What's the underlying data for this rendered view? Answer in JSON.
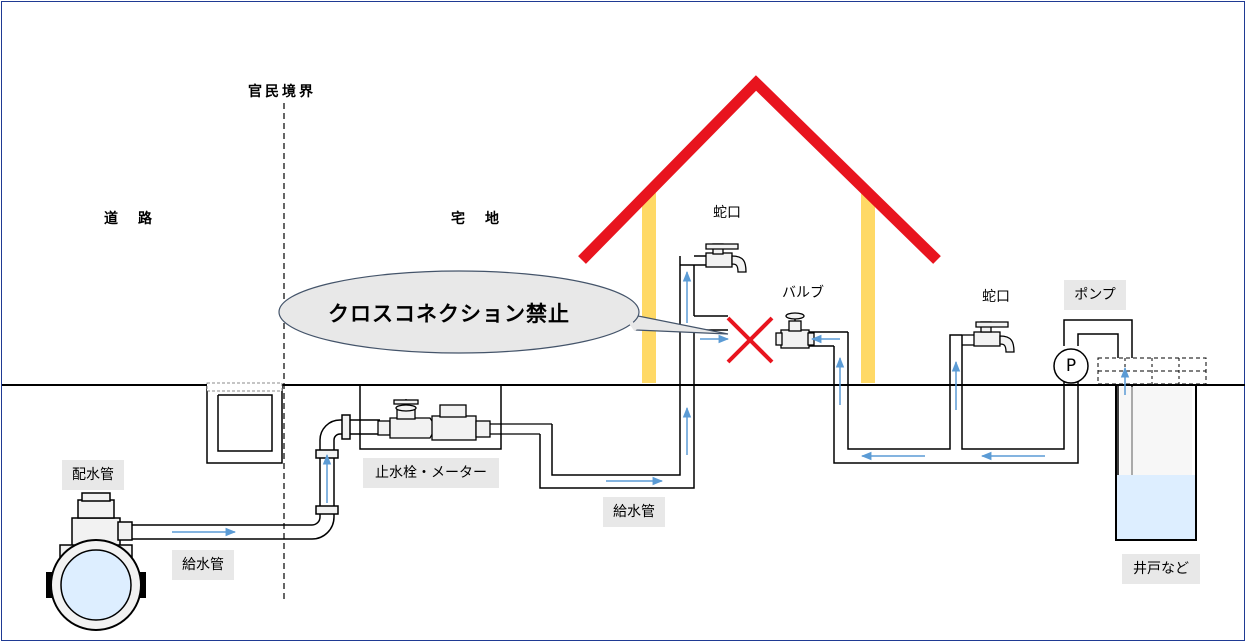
{
  "labels": {
    "boundary": "官民境界",
    "road": "道　路",
    "residential": "宅　地",
    "faucet_upper": "蛇口",
    "valve": "バルブ",
    "faucet_right": "蛇口",
    "pump": "ポンプ",
    "distribution_main": "配水管",
    "service_pipe_left": "給水管",
    "stopcock_meter": "止水栓・メーター",
    "service_pipe_mid": "給水管",
    "well": "井戸など",
    "pump_symbol": "P"
  },
  "callout": {
    "text": "クロスコネクション禁止"
  },
  "colors": {
    "roof": "#e8141e",
    "wall": "#ffd966",
    "water": "#ddeeff",
    "flow_arrow": "#5b9bd5",
    "prohibit_mark": "#e8141e",
    "tag_bg": "#e8e8e8",
    "callout_bg": "#e8e8e8",
    "frame": "#1f3a93"
  },
  "icons": [
    "faucet-icon",
    "valve-icon",
    "pump-icon",
    "cross-mark-icon",
    "water-meter-icon"
  ]
}
